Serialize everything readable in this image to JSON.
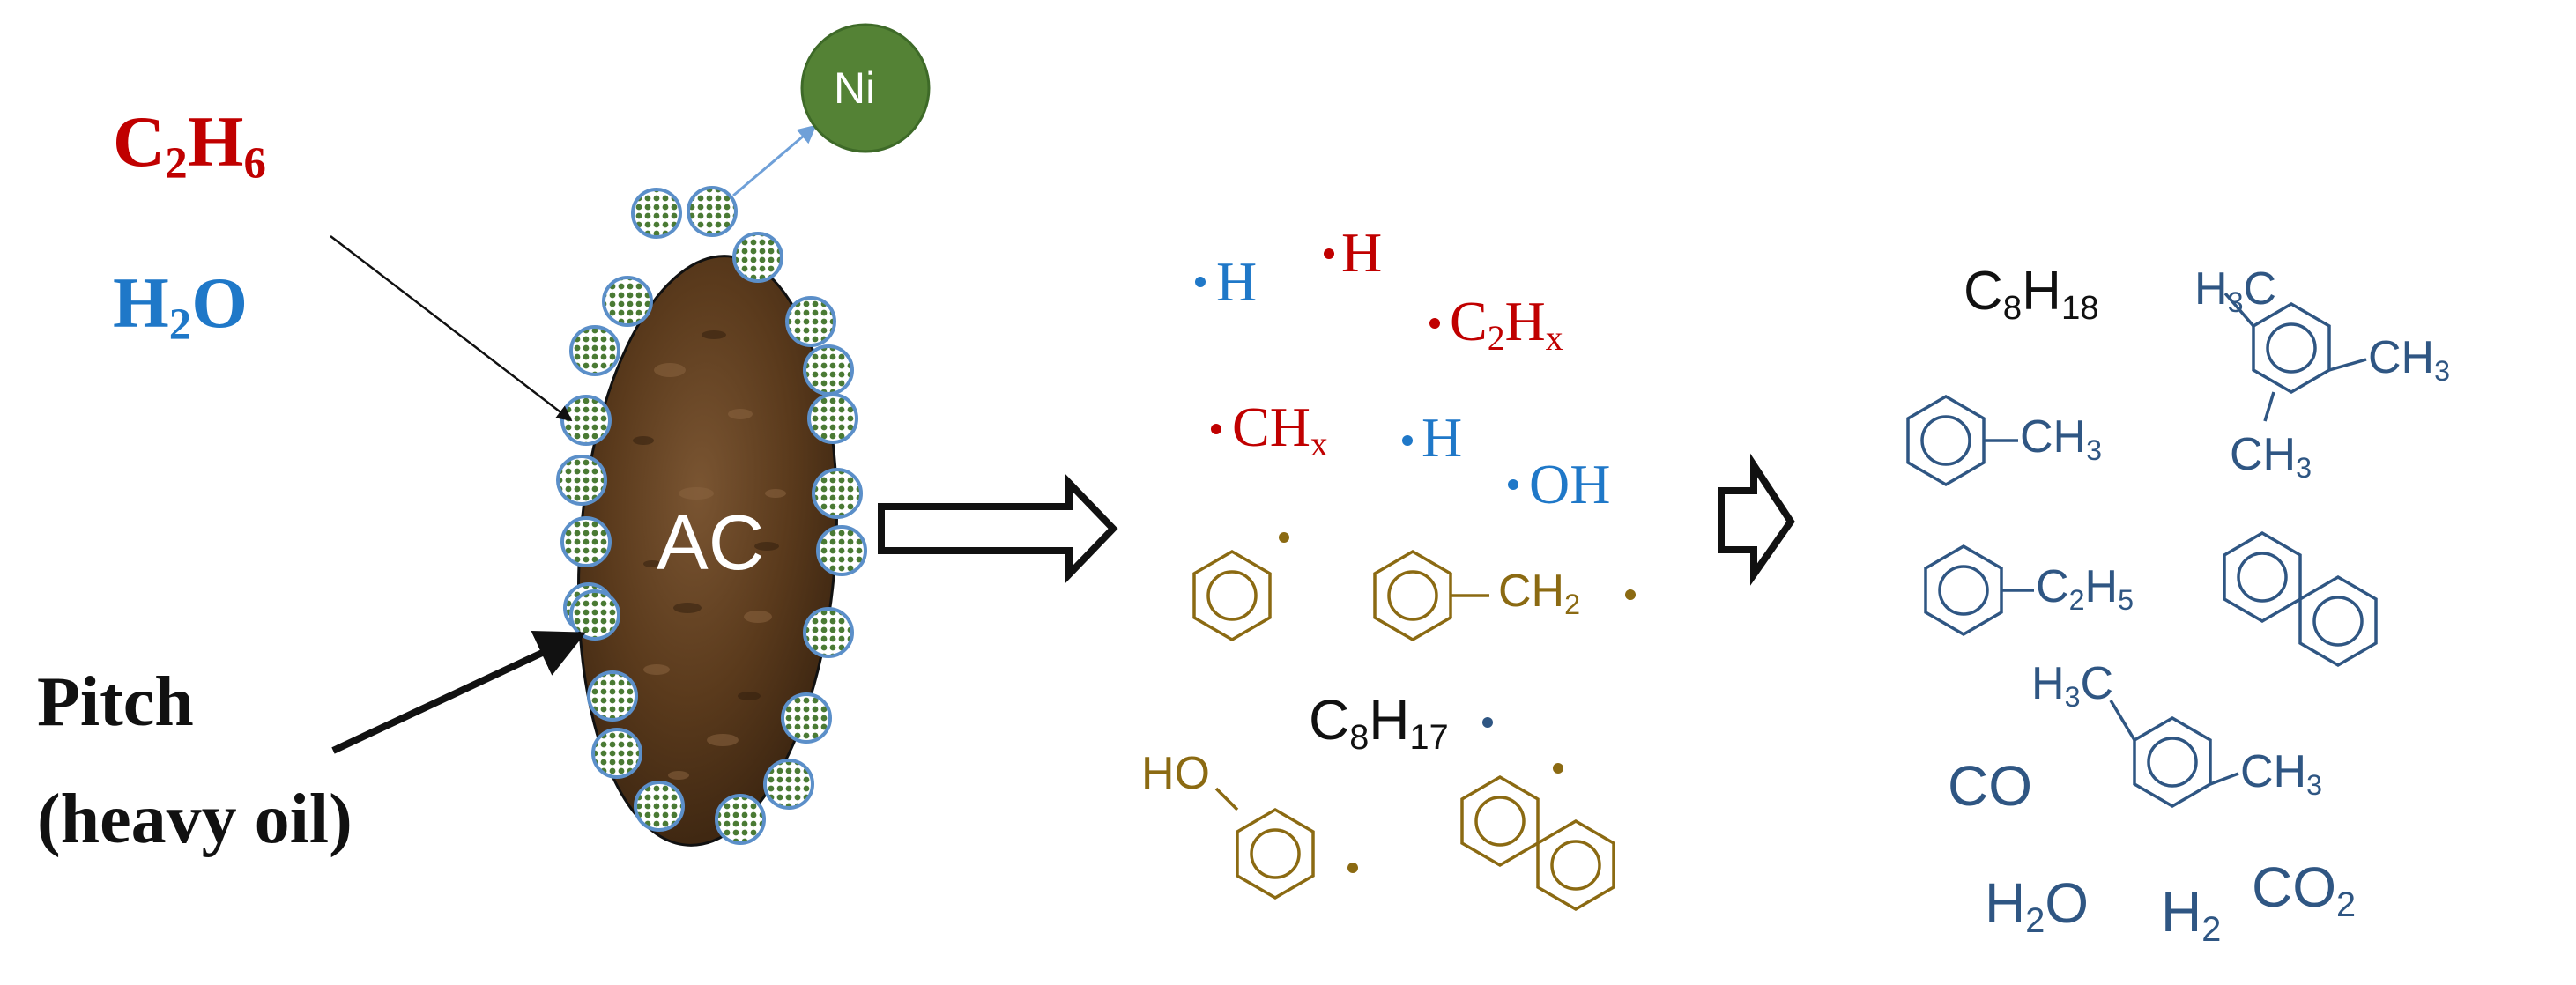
{
  "left": {
    "reactant_gas": "C2H6",
    "reactant_water": "H2O",
    "metal": "Ni",
    "support": "AC",
    "feed_line1": "Pitch",
    "feed_line2": "(heavy oil)"
  },
  "radicals": {
    "h_blue": "H",
    "h_red": "H",
    "c2hx": "C2Hx",
    "chx": "CHx",
    "h_blue2": "H",
    "oh": "OH",
    "ch2": "CH2",
    "c8h17": "C8H17",
    "ho": "HO"
  },
  "products": {
    "c8h18": "C8H18",
    "toluene_ch3": "CH3",
    "c2h5": "C2H5",
    "mesitylene_h3c": "H3C",
    "mesitylene_ch3_right": "CH3",
    "mesitylene_ch3_bottom": "CH3",
    "xylene_h3c": "H3C",
    "xylene_ch3": "CH3",
    "co": "CO",
    "h2o": "H2O",
    "h2": "H2",
    "co2": "CO2"
  },
  "colors": {
    "red": "#c00000",
    "blue": "#1f78c8",
    "navy": "#2f5683",
    "gold": "#8b6a12",
    "ni_green": "#548235",
    "ac_brown": "#5a3a1c"
  }
}
